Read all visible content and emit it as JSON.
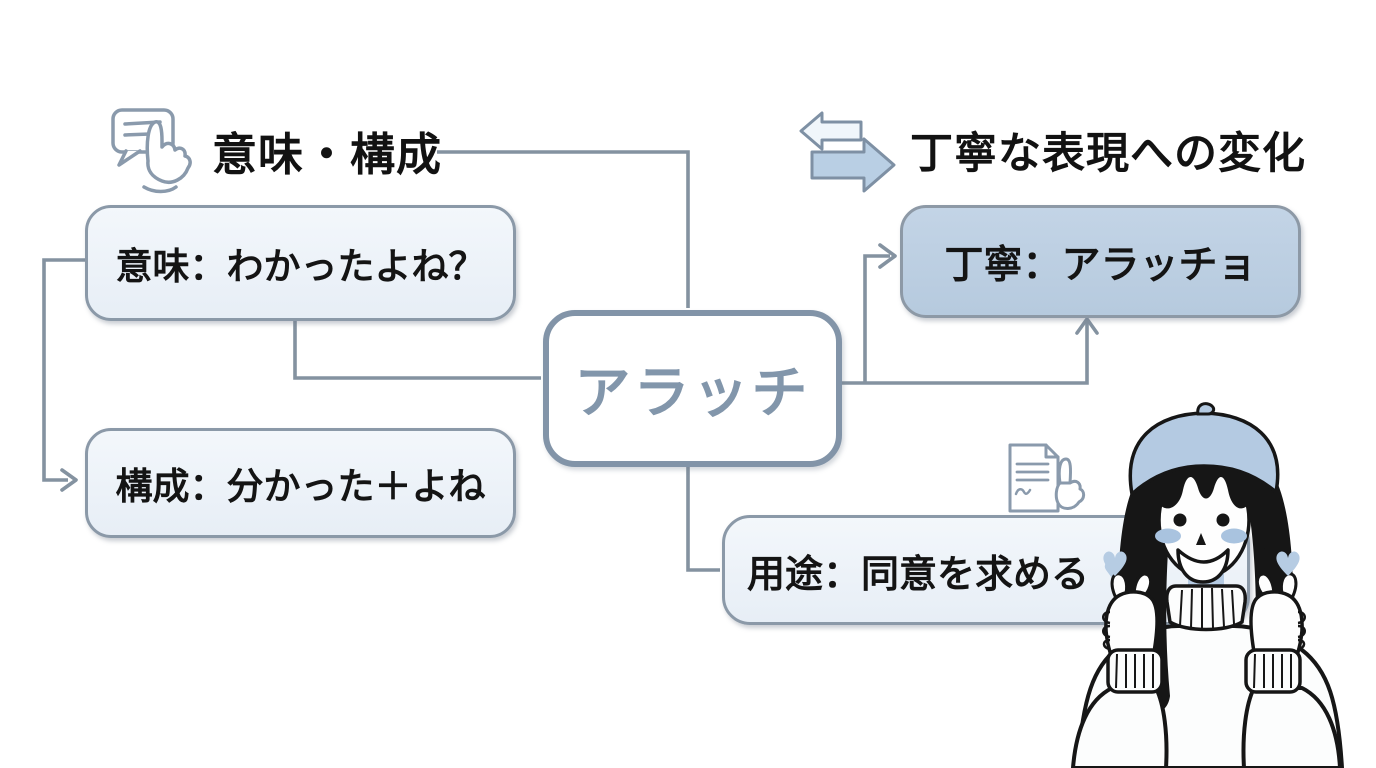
{
  "headings": {
    "left": {
      "label": "意味・構成",
      "icon": "chat-tap-icon"
    },
    "right": {
      "label": "丁寧な表現への変化",
      "icon": "swap-arrows-icon"
    }
  },
  "center_node": {
    "label": "アラッチ"
  },
  "nodes": {
    "meaning": {
      "label": "意味：わかったよね？"
    },
    "structure": {
      "label": "構成：分かった＋よね"
    },
    "polite": {
      "label": "丁寧：アラッチョ"
    },
    "usage": {
      "label": "用途：同意を求める"
    }
  },
  "decorations": {
    "heart": "♥",
    "illustration": "girl with beret making finger hearts"
  },
  "colors": {
    "background": "#ffffff",
    "node_fill_light": "#ebf1f7",
    "node_fill_accent": "#bccfe2",
    "node_border": "#8b99a8",
    "center_border": "#8294a8",
    "center_text": "#8296ab",
    "connector": "#8492a0",
    "text": "#141414",
    "illustration_accent": "#b4cae2",
    "blush": "#a9c3df",
    "heart": "#b6cce3"
  }
}
